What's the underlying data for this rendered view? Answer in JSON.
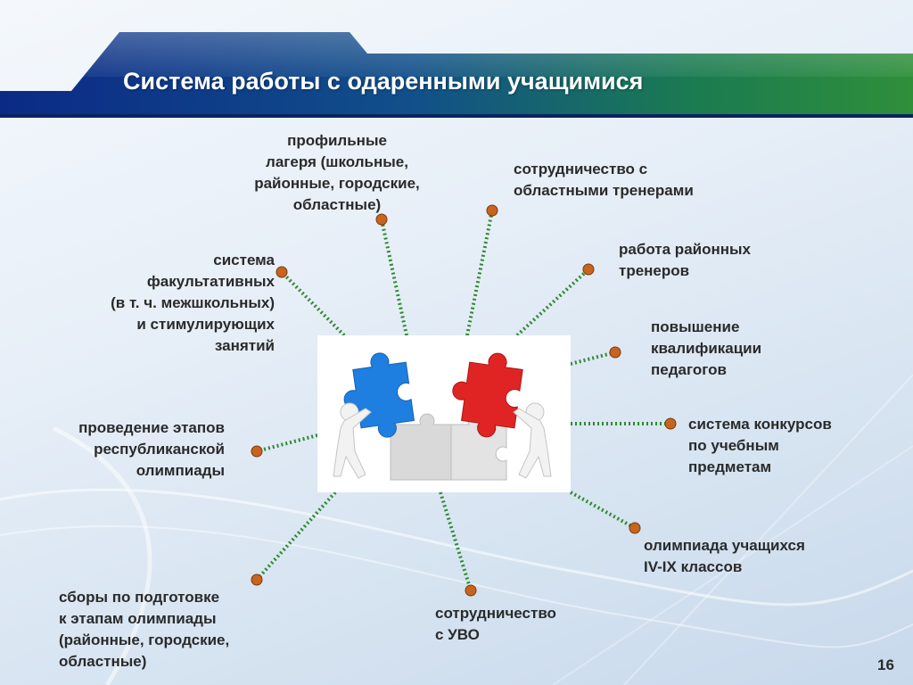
{
  "slide": {
    "title": "Система работы с одаренными учащимися",
    "page_number": "16"
  },
  "diagram": {
    "center_image": "puzzle-teamwork-illustration",
    "connector_color": "#2e8b2e",
    "node_color": "#c8641e",
    "items": [
      {
        "id": "camps",
        "text": "профильные\nлагеря (школьные,\nрайонные, городские,\nобластные)"
      },
      {
        "id": "trainers-regional",
        "text": "сотрудничество с\nобластными тренерами"
      },
      {
        "id": "district-trainers",
        "text": "работа районных\nтренеров"
      },
      {
        "id": "teacher-qualification",
        "text": "повышение\nквалификации\nпедагогов"
      },
      {
        "id": "contests",
        "text": "система конкурсов\nпо учебным\nпредметам"
      },
      {
        "id": "olympiad-4-9",
        "text": "олимпиада учащихся\nIV-IX классов"
      },
      {
        "id": "uvo",
        "text": "сотрудничество\nс УВО"
      },
      {
        "id": "training-camps",
        "text": "сборы по подготовке\nк этапам олимпиады\n(районные, городские,\nобластные)"
      },
      {
        "id": "republican-olympiad",
        "text": "проведение этапов\nреспубликанской\nолимпиады"
      },
      {
        "id": "electives",
        "text": "система\nфакультативных \n(в т. ч. межшкольных)\nи стимулирующих\nзанятий"
      }
    ]
  }
}
